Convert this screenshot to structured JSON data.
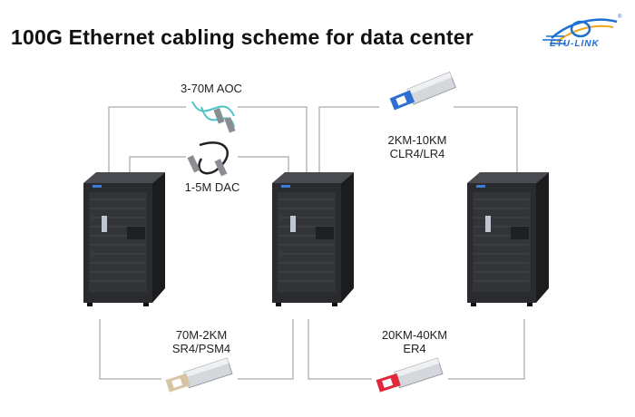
{
  "title": "100G Ethernet cabling scheme for data center",
  "logo": {
    "text": "ETU-LINK",
    "brand_color": "#1f6fd0",
    "icon": "etu-link-swoosh-logo"
  },
  "links": [
    {
      "id": "aoc",
      "line1": "3-70M AOC",
      "line2": "",
      "icon": "aoc-cable-icon",
      "color": "#4fc3c8"
    },
    {
      "id": "dac",
      "line1": "1-5M DAC",
      "line2": "",
      "icon": "dac-cable-icon",
      "color": "#222222"
    },
    {
      "id": "clr4",
      "line1": "2KM-10KM",
      "line2": "CLR4/LR4",
      "icon": "qsfp28-transceiver-icon",
      "color": "#2f6fd0"
    },
    {
      "id": "sr4",
      "line1": "70M-2KM",
      "line2": "SR4/PSM4",
      "icon": "qsfp28-transceiver-icon",
      "color": "#d9c3a5"
    },
    {
      "id": "er4",
      "line1": "20KM-40KM",
      "line2": "ER4",
      "icon": "qsfp28-transceiver-icon",
      "color": "#e0283c"
    }
  ],
  "racks": [
    {
      "id": "rack-left",
      "icon": "server-rack-icon"
    },
    {
      "id": "rack-middle",
      "icon": "server-rack-icon"
    },
    {
      "id": "rack-right",
      "icon": "server-rack-icon"
    }
  ],
  "colors": {
    "connector_line": "#b0b0b0",
    "rack_body": "#2a2b2e",
    "rack_side": "#3b3c40",
    "rack_accent": "#3d7bd9"
  }
}
